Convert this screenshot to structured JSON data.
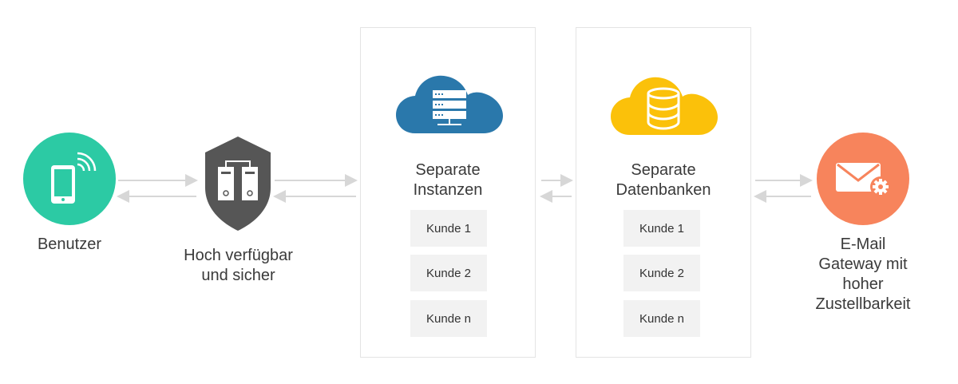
{
  "colors": {
    "user_circle": "#2ccaa4",
    "shield": "#565656",
    "cloud_blue": "#2a78ab",
    "cloud_yellow": "#fbc10a",
    "mail_circle": "#f7845c",
    "arrow": "#d7d7d7",
    "customer_box": "#f2f2f2"
  },
  "nodes": {
    "user": {
      "label": "Benutzer",
      "icon": "smartphone-icon"
    },
    "security": {
      "label_line1": "Hoch verfügbar",
      "label_line2": "und sicher",
      "icon": "shield-server-icon"
    },
    "instances": {
      "title_line1": "Separate",
      "title_line2": "Instanzen",
      "icon": "cloud-server-icon",
      "customers": [
        "Kunde 1",
        "Kunde 2",
        "Kunde n"
      ]
    },
    "databases": {
      "title_line1": "Separate",
      "title_line2": "Datenbanken",
      "icon": "cloud-database-icon",
      "customers": [
        "Kunde 1",
        "Kunde 2",
        "Kunde n"
      ]
    },
    "gateway": {
      "label_line1": "E-Mail",
      "label_line2": "Gateway mit",
      "label_line3": "hoher",
      "label_line4": "Zustellbarkeit",
      "icon": "mail-gear-icon"
    }
  }
}
